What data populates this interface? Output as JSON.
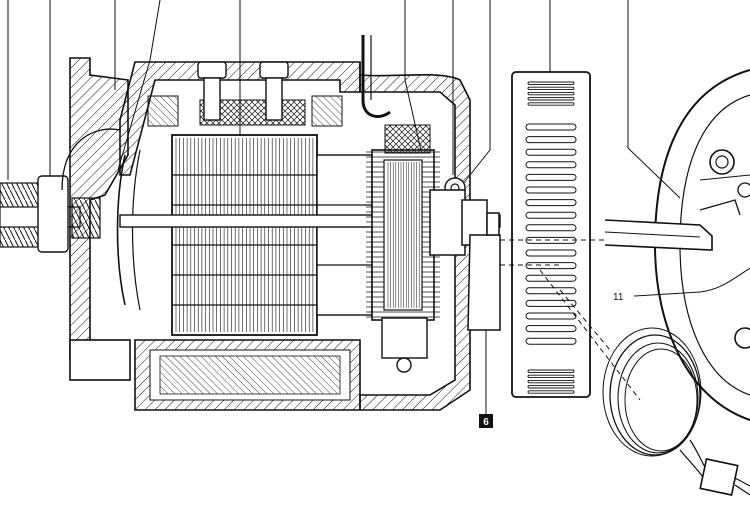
{
  "diagram": {
    "callouts": [
      {
        "id": "callout-11",
        "label": "11",
        "style": "plain"
      },
      {
        "id": "callout-6",
        "label": "6",
        "style": "badge"
      }
    ],
    "colors": {
      "ink": "#111111",
      "paper": "#ffffff",
      "badge_bg": "#111111",
      "badge_text": "#ffffff"
    }
  }
}
